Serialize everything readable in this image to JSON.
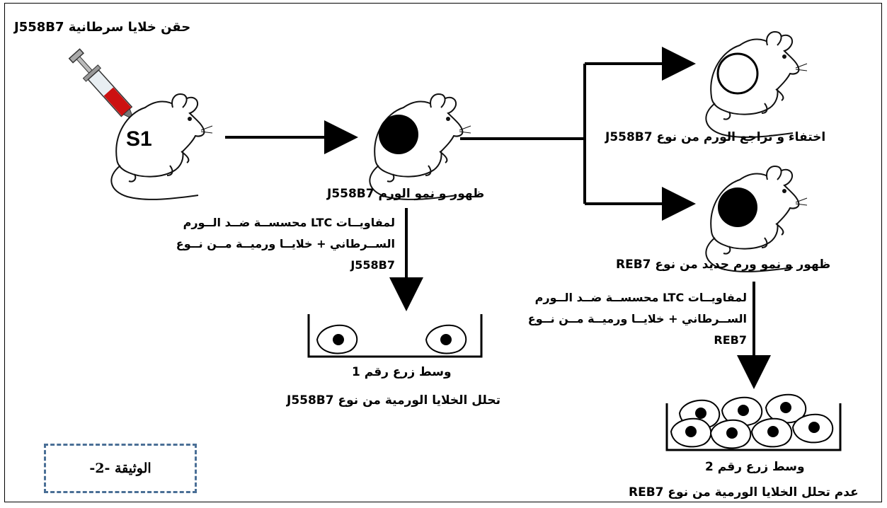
{
  "labels": {
    "injection": "حقن خلايا سرطانية J558B7",
    "s1": "S1",
    "tumor_growth": "ظهور و نمو الورم J558B7",
    "regression": "اختفاء و تراجع الورم  من نوع J558B7",
    "new_tumor": "ظهور و نمو ورم جديد من نوع REB7",
    "culture1_title": "وسط زرع رقم 1",
    "culture1_result": "تحلل الخلايا الورمية من نوع J558B7",
    "culture2_title": "وسط زرع رقم 2",
    "culture2_result": "عدم تحلل الخلايا الورمية من نوع REB7",
    "document": "الوثيقة -2-"
  },
  "medium1": {
    "line1": "لمفاويــات LTC محسســة ضــد الــورم",
    "line2": "الســرطاني + خلايــا ورميــة مــن نــوع",
    "line3": "J558B7"
  },
  "medium2": {
    "line1": "لمفاويــات LTC محسســة ضــد الــورم",
    "line2": "الســرطاني + خلايــا ورميــة مــن نــوع",
    "line3": "REB7"
  },
  "colors": {
    "tumor": "#000000",
    "blood": "#cc1111",
    "doc_border": "#4a6f96"
  },
  "icons": [
    "syringe-icon",
    "mouse-icon",
    "tumor-icon",
    "culture-dish-icon",
    "cell-icon",
    "arrow-icon"
  ]
}
